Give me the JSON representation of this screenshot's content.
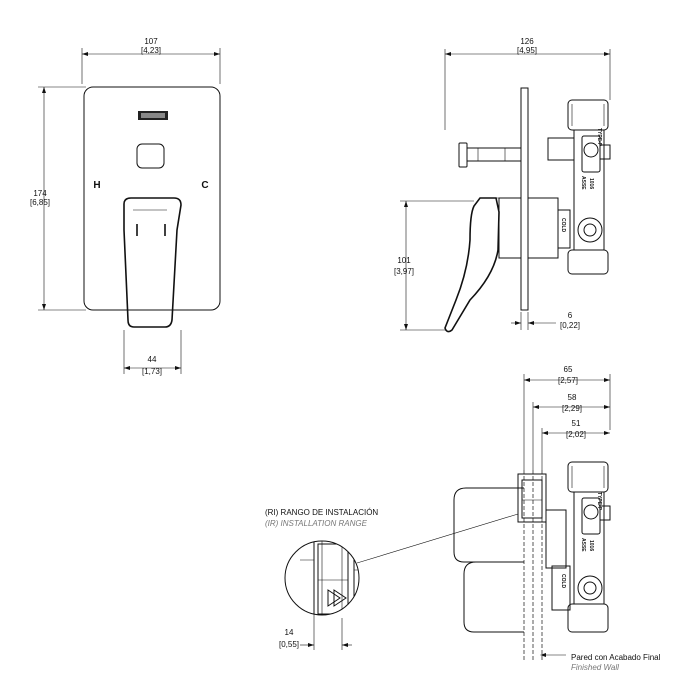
{
  "front_view": {
    "width_mm": "107",
    "width_in": "[4,23]",
    "height_mm": "174",
    "height_in": "[6,85]",
    "handle_width_mm": "44",
    "handle_width_in": "[1,73]",
    "hot_label": "H",
    "cold_label": "C"
  },
  "side_view": {
    "depth_mm": "126",
    "depth_in": "[4,95]",
    "handle_height_mm": "101",
    "handle_height_in": "[3,97]",
    "plate_mm": "6",
    "plate_in": "[0,22]",
    "type_label": "TYPE-P",
    "asse_label": "ASSE",
    "asse_number": "1016",
    "cold_label": "COLD"
  },
  "install_view": {
    "dim1_mm": "65",
    "dim1_in": "[2,57]",
    "dim2_mm": "58",
    "dim2_in": "[2,29]",
    "dim3_mm": "51",
    "dim3_in": "[2,02]",
    "range_mm": "14",
    "range_in": "[0,55]",
    "range_title_es": "(RI) RANGO DE INSTALACIÓN",
    "range_title_en": "(IR) INSTALLATION RANGE",
    "wall_label_es": "Pared con Acabado Final",
    "wall_label_en": "Finished Wall",
    "type_label": "TYPE-P",
    "asse_label": "ASSE",
    "asse_number": "1016",
    "cold_label": "COLD"
  }
}
